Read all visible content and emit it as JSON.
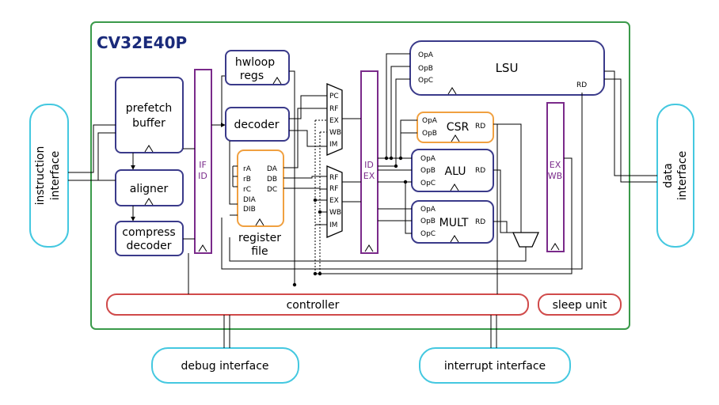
{
  "core": {
    "title": "CV32E40P"
  },
  "interfaces": {
    "instruction": [
      "instruction",
      "interface"
    ],
    "data": [
      "data",
      "interface"
    ],
    "debug": "debug interface",
    "interrupt": "interrupt interface"
  },
  "blocks": {
    "prefetch": [
      "prefetch",
      "buffer"
    ],
    "aligner": "aligner",
    "compress": [
      "compress",
      "decoder"
    ],
    "hwloop": [
      "hwloop",
      "regs"
    ],
    "decoder": "decoder",
    "regfile": [
      "register",
      "file"
    ],
    "lsu": "LSU",
    "csr": "CSR",
    "alu": "ALU",
    "mult": "MULT",
    "controller": "controller",
    "sleep": "sleep unit"
  },
  "pipeline": {
    "if_id": [
      "IF",
      "ID"
    ],
    "id_ex": [
      "ID",
      "EX"
    ],
    "ex_wb": [
      "EX",
      "WB"
    ]
  },
  "ports": {
    "regfile_in": [
      "rA",
      "rB",
      "rC",
      "DIA",
      "DIB"
    ],
    "regfile_out": [
      "DA",
      "DB",
      "DC"
    ],
    "mux1": [
      "PC",
      "RF",
      "EX",
      "WB",
      "IM"
    ],
    "mux2": [
      "RF",
      "RF",
      "EX",
      "WB",
      "IM"
    ],
    "lsu_in": [
      "OpA",
      "OpB",
      "OpC"
    ],
    "csr_in": [
      "OpA",
      "OpB"
    ],
    "alu_in": [
      "OpA",
      "OpB",
      "OpC"
    ],
    "mult_in": [
      "OpA",
      "OpB",
      "OpC"
    ],
    "rd": "RD"
  },
  "colors": {
    "core_border": "#3a9a4a",
    "block_border": "#3a3a8a",
    "pipeline_border": "#7a2a8a",
    "pipeline_text": "#7a2a8a",
    "interface_border": "#44c8e0",
    "controller_border": "#d04a4a",
    "regfile_border": "#f0a040",
    "title": "#1a2a7a",
    "wire": "#000000"
  }
}
